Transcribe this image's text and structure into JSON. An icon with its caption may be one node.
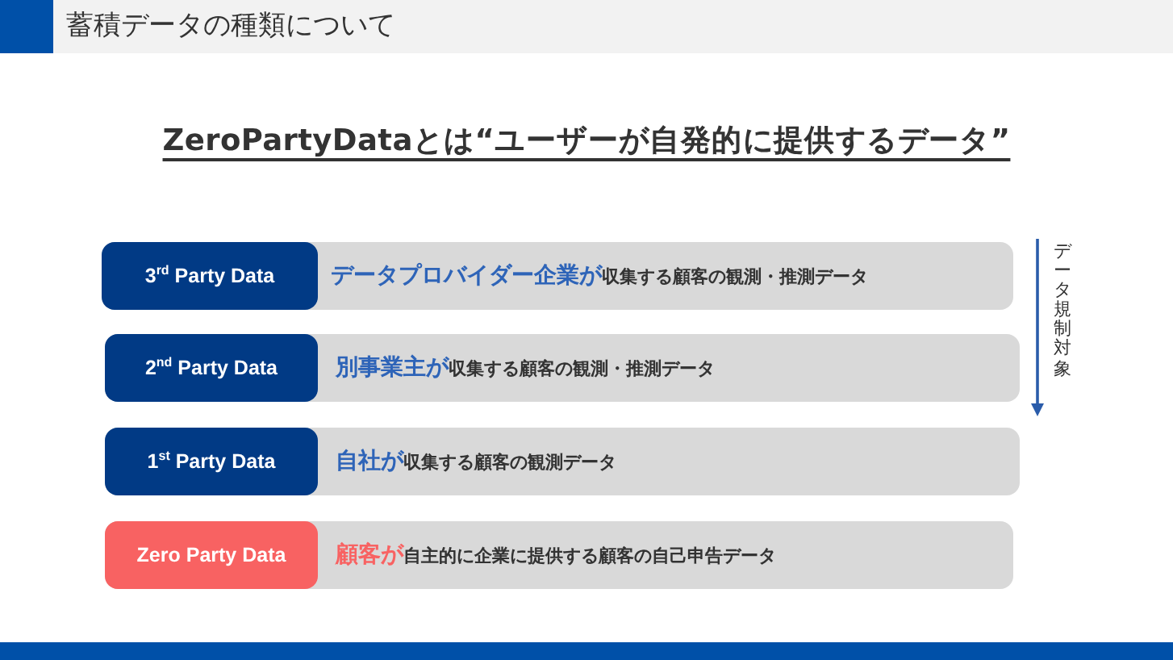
{
  "diagram": {
    "title": "蓄積データの種類について",
    "nodes": [
      {
        "text": [
          "**データプロバイダー企業が**収集する顧客の観測・推測データ"
        ]
      },
      {
        "text": [
          "3$^{rd}$ Party Data"
        ],
        "in": 0
      },
      {
        "text": [
          "**別事業主が**収集する顧客の観測・推測データ"
        ]
      },
      {
        "text": [
          "2$^{nd}$ Party Data"
        ],
        "in": 2
      },
      {
        "text": [
          "**自社が**収集する顧客の観測データ"
        ]
      },
      {
        "text": [
          "1$^{st}$ Party Data"
        ],
        "in": 4
      },
      {
        "text": [
          "**顧客が**自主的に企業に提供する顧客の自己申告データ"
        ]
      },
      {
        "text": [
          "Zero Party Data"
        ],
        "in": 6
      }
    ],
    "labels": [
      "ZeroPartyDataとは“ユーザーが自発的に提供するデータ”",
      "データ規制対象"
    ]
  }
}
